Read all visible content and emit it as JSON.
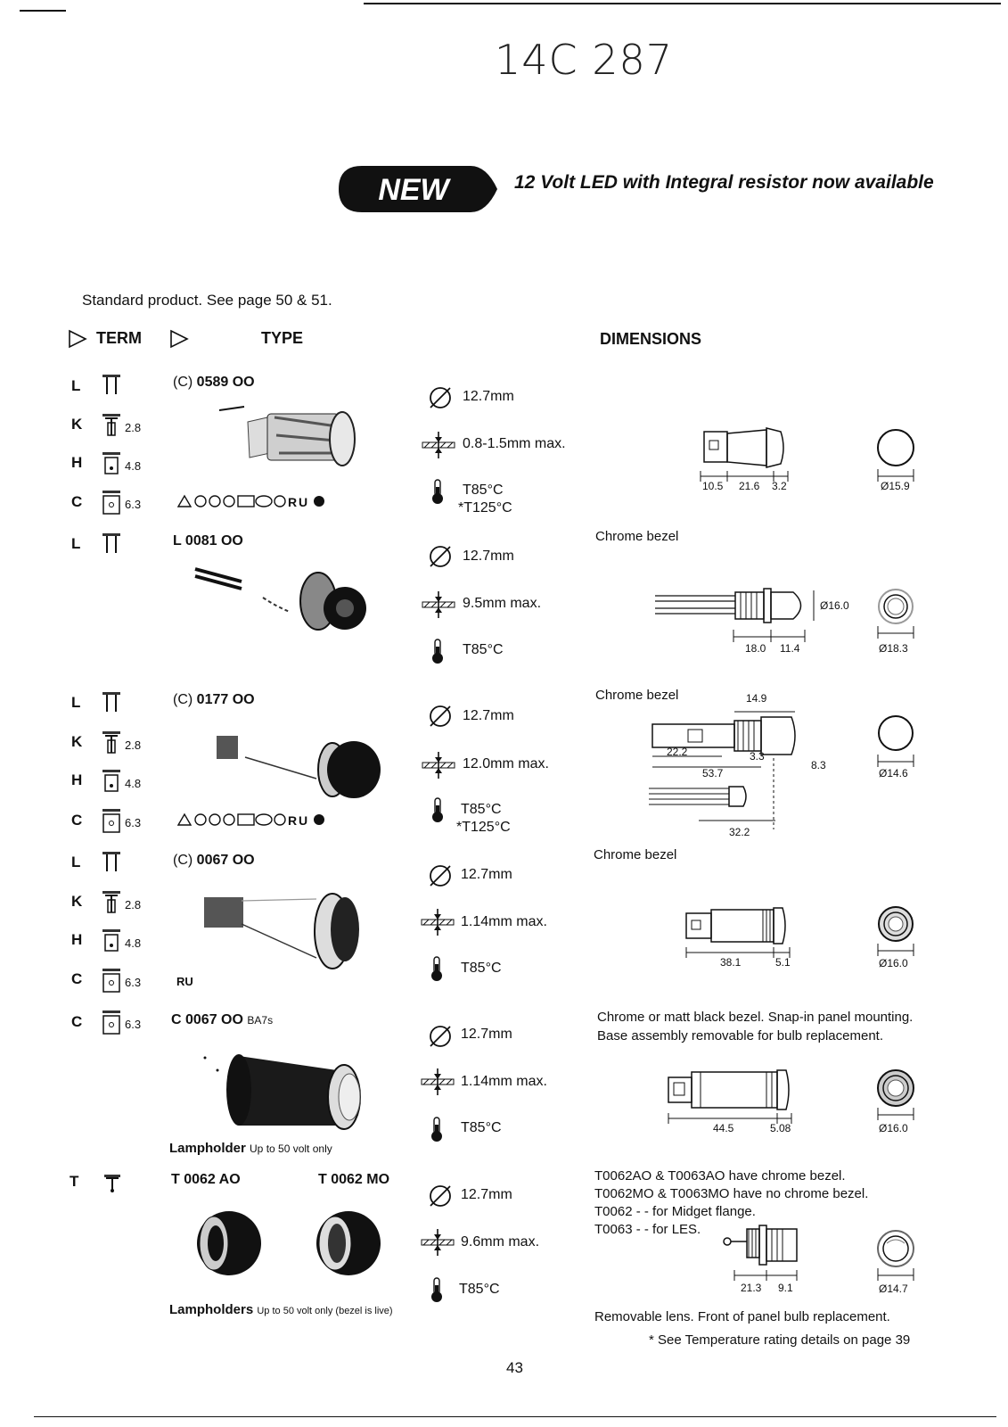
{
  "handwritten_ref": "14C 287",
  "banner": {
    "badge": "NEW",
    "headline": "12 Volt LED with Integral resistor now available"
  },
  "standard_note": "Standard product.  See page 50 & 51.",
  "headers": {
    "term": "TERM",
    "type": "TYPE",
    "dimensions": "DIMENSIONS"
  },
  "products": [
    {
      "terms": [
        {
          "code": "L",
          "size": ""
        },
        {
          "code": "K",
          "size": "2.8"
        },
        {
          "code": "H",
          "size": "4.8"
        },
        {
          "code": "C",
          "size": "6.3"
        }
      ],
      "prefix": "(C)",
      "type": "0589 OO",
      "hole": "12.7mm",
      "panel": "0.8-1.5mm max.",
      "temp": "T85°C",
      "temp2": "*T125°C",
      "note": "",
      "dims": [
        "10.5",
        "21.6",
        "3.2"
      ],
      "dia": "Ø15.9"
    },
    {
      "terms": [
        {
          "code": "L",
          "size": ""
        }
      ],
      "prefix": "",
      "type": "L 0081 OO",
      "hole": "12.7mm",
      "panel": "9.5mm max.",
      "temp": "T85°C",
      "temp2": "",
      "note": "Chrome bezel",
      "dims": [
        "18.0",
        "11.4"
      ],
      "dia": "Ø18.3",
      "dia_inner": "Ø16.0"
    },
    {
      "terms": [
        {
          "code": "L",
          "size": ""
        },
        {
          "code": "K",
          "size": "2.8"
        },
        {
          "code": "H",
          "size": "4.8"
        },
        {
          "code": "C",
          "size": "6.3"
        }
      ],
      "prefix": "(C)",
      "type": "0177 OO",
      "hole": "12.7mm",
      "panel": "12.0mm max.",
      "temp": "T85°C",
      "temp2": "*T125°C",
      "note": "Chrome bezel",
      "dims": [
        "14.9",
        "22.2",
        "3.3",
        "8.3",
        "53.7",
        "32.2"
      ],
      "dia": "Ø14.6"
    },
    {
      "terms": [
        {
          "code": "L",
          "size": ""
        },
        {
          "code": "K",
          "size": "2.8"
        },
        {
          "code": "H",
          "size": "4.8"
        },
        {
          "code": "C",
          "size": "6.3"
        }
      ],
      "prefix": "(C)",
      "type": "0067 OO",
      "hole": "12.7mm",
      "panel": "1.14mm max.",
      "temp": "T85°C",
      "temp2": "",
      "note": "Chrome bezel",
      "dims": [
        "38.1",
        "5.1"
      ],
      "dia": "Ø16.0"
    },
    {
      "terms": [
        {
          "code": "C",
          "size": "6.3"
        }
      ],
      "prefix": "",
      "type": "C 0067 OO",
      "suffix": "BA7s",
      "caption_bold": "Lampholder",
      "caption": "Up to 50 volt only",
      "hole": "12.7mm",
      "panel": "1.14mm max.",
      "temp": "T85°C",
      "temp2": "",
      "note": "Chrome or matt black bezel. Snap-in panel mounting.",
      "note2": "Base assembly removable for bulb replacement.",
      "dims": [
        "44.5",
        "5.08"
      ],
      "dia": "Ø16.0"
    },
    {
      "terms": [
        {
          "code": "T",
          "size": ""
        }
      ],
      "prefix": "",
      "type": "T 0062 AO",
      "type_b": "T 0062 MO",
      "caption_bold": "Lampholders",
      "caption": "Up to 50 volt only (bezel is live)",
      "hole": "12.7mm",
      "panel": "9.6mm max.",
      "temp": "T85°C",
      "temp2": "",
      "note_lines": [
        "T0062AO & T0063AO have chrome bezel.",
        "T0062MO & T0063MO have no chrome bezel.",
        "T0062 - - for Midget flange.",
        "T0063 - - for LES."
      ],
      "dims": [
        "21.3",
        "9.1"
      ],
      "dia": "Ø14.7",
      "footer_note": "Removable lens.  Front of panel bulb replacement."
    }
  ],
  "footnote": "* See Temperature rating details on page 39",
  "page_number": "43"
}
